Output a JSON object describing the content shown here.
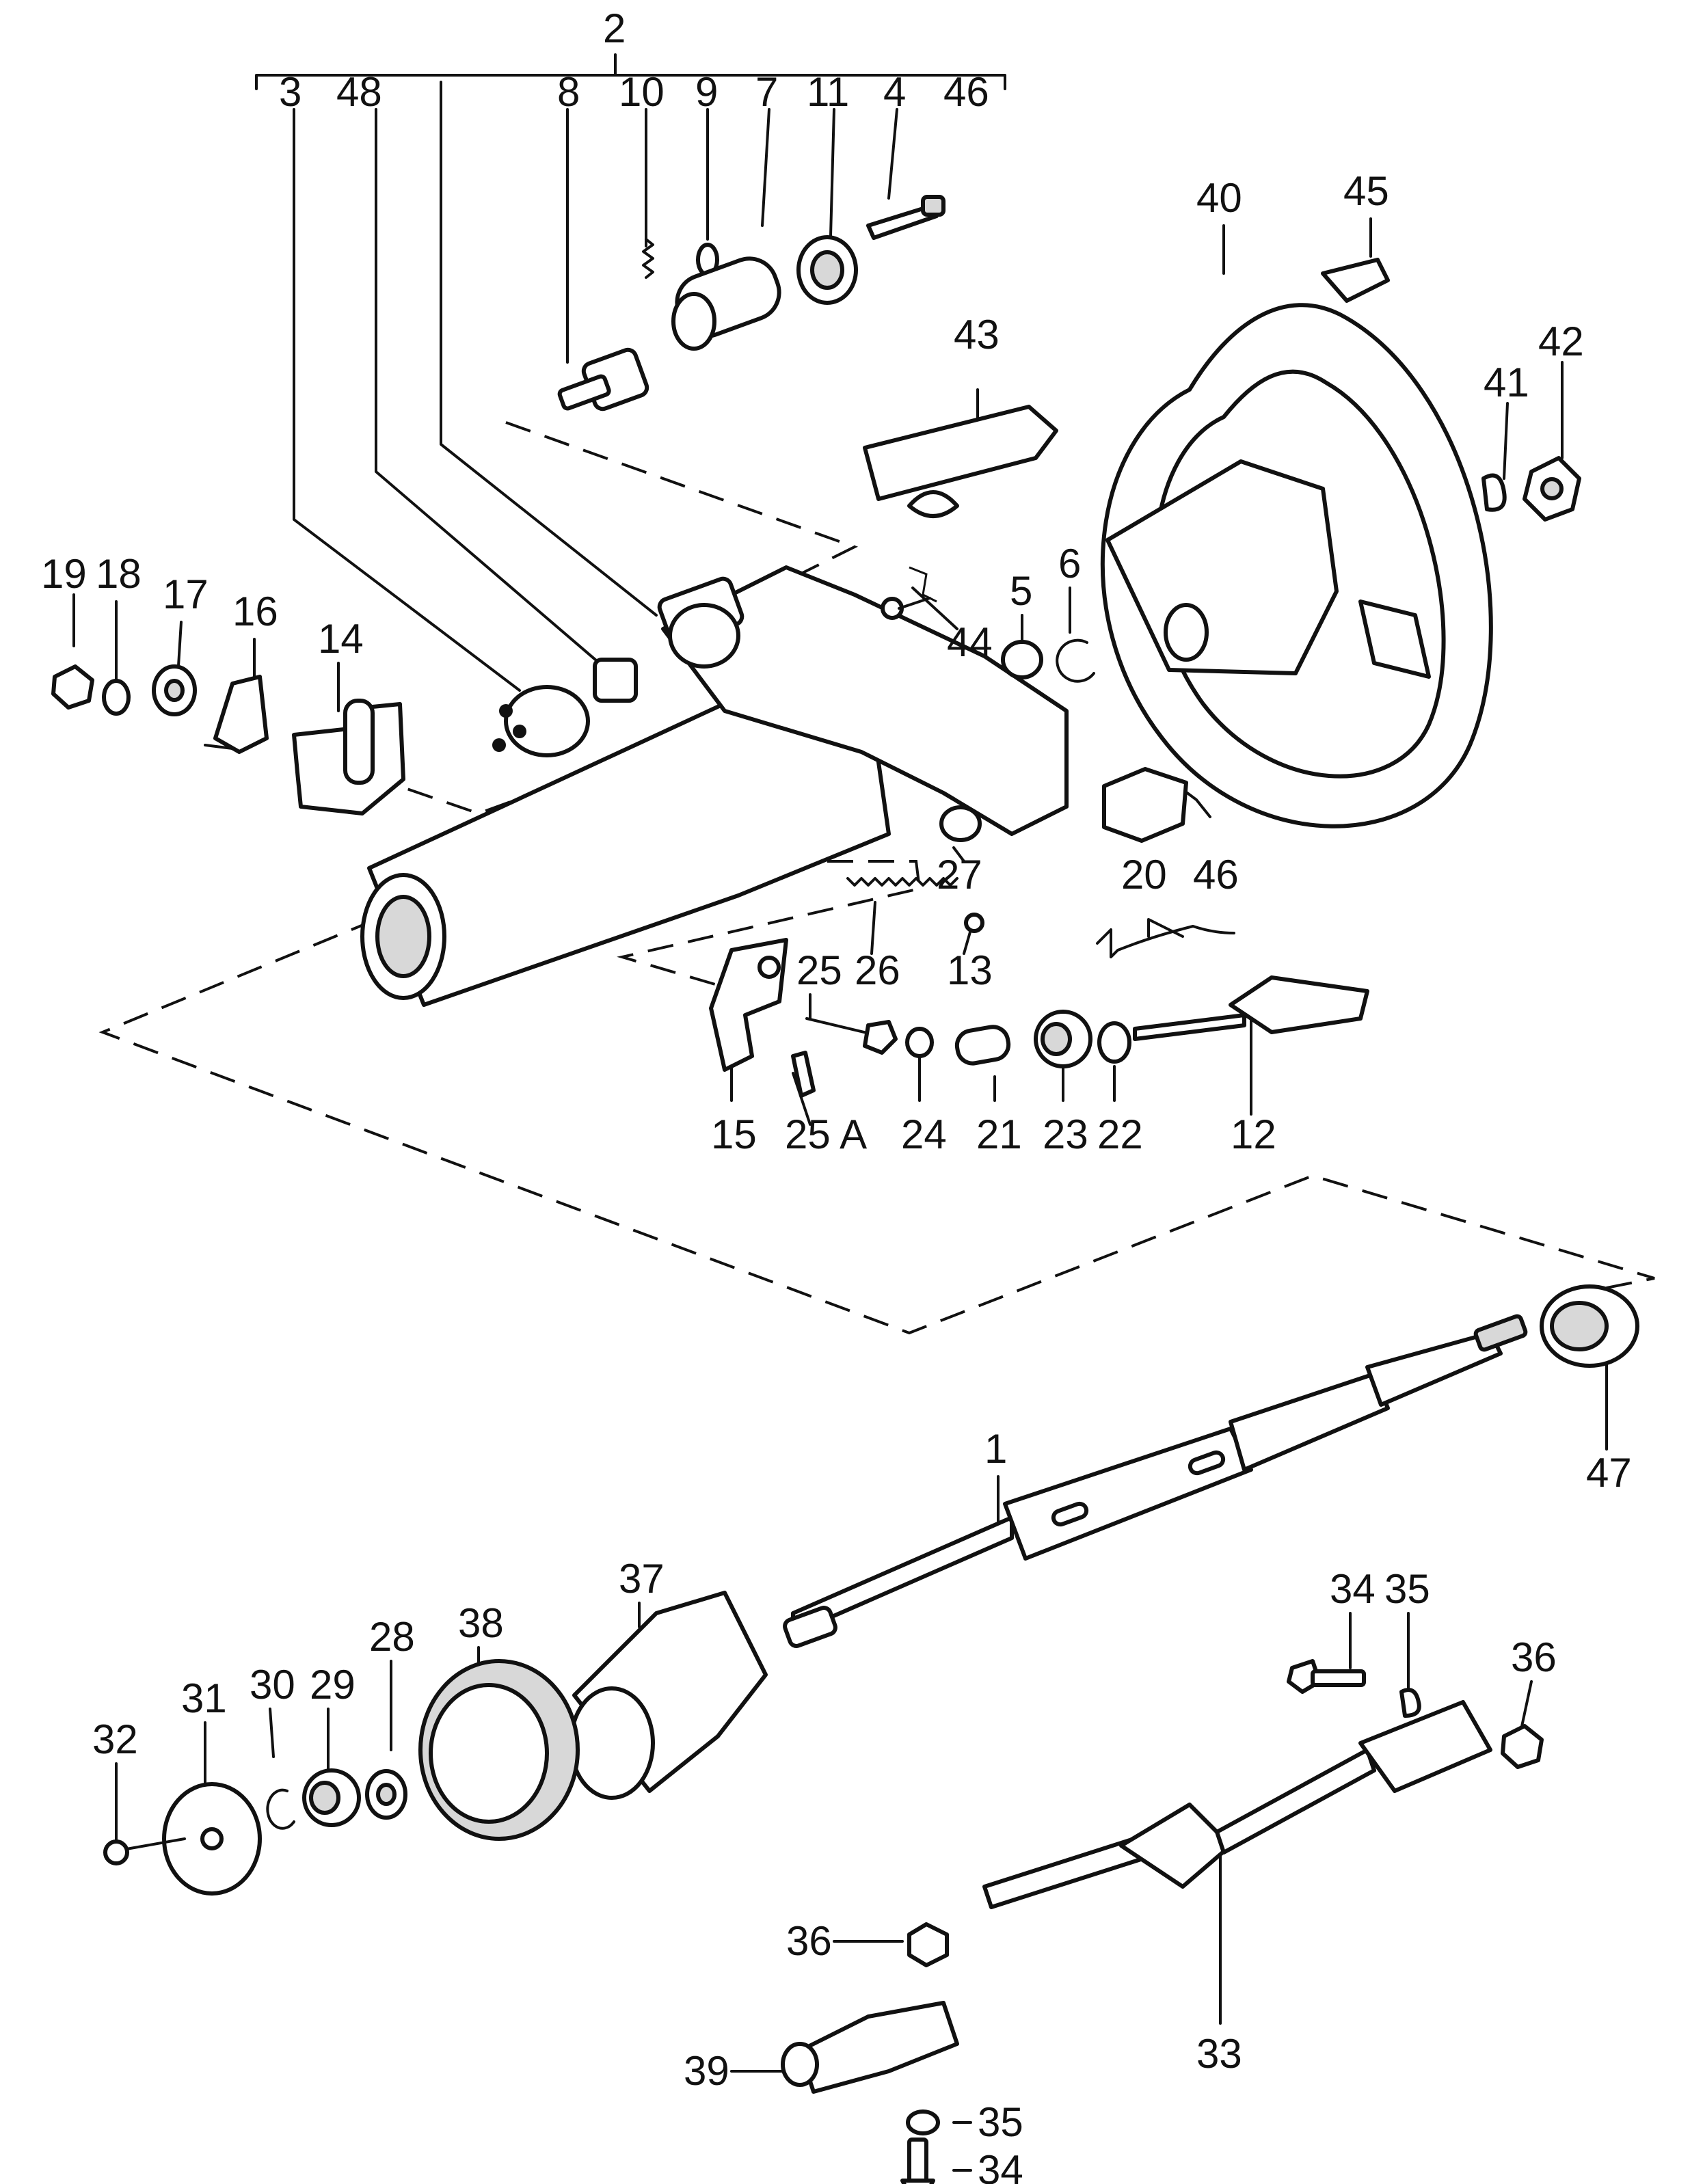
{
  "labels": {
    "l2": "2",
    "l3": "3",
    "l48": "48",
    "l8": "8",
    "l10": "10",
    "l9": "9",
    "l7": "7",
    "l11": "11",
    "l4": "4",
    "l46a": "46",
    "l40": "40",
    "l45": "45",
    "l43": "43",
    "l41": "41",
    "l42": "42",
    "l19": "19",
    "l18": "18",
    "l17": "17",
    "l16": "16",
    "l14": "14",
    "l5": "5",
    "l6": "6",
    "l44": "44",
    "l27": "27",
    "l46b": "46",
    "l20": "20",
    "l25": "25",
    "l26": "26",
    "l13": "13",
    "l15": "15",
    "l25a": "25 A",
    "l24": "24",
    "l21": "21",
    "l23": "23",
    "l22": "22",
    "l12": "12",
    "l1": "1",
    "l47": "47",
    "l37": "37",
    "l34a": "34",
    "l35a": "35",
    "l36a": "36",
    "l38": "38",
    "l28": "28",
    "l29": "29",
    "l30": "30",
    "l31": "31",
    "l32": "32",
    "l36b": "36",
    "l39": "39",
    "l35b": "35",
    "l34b": "34",
    "l33": "33"
  }
}
